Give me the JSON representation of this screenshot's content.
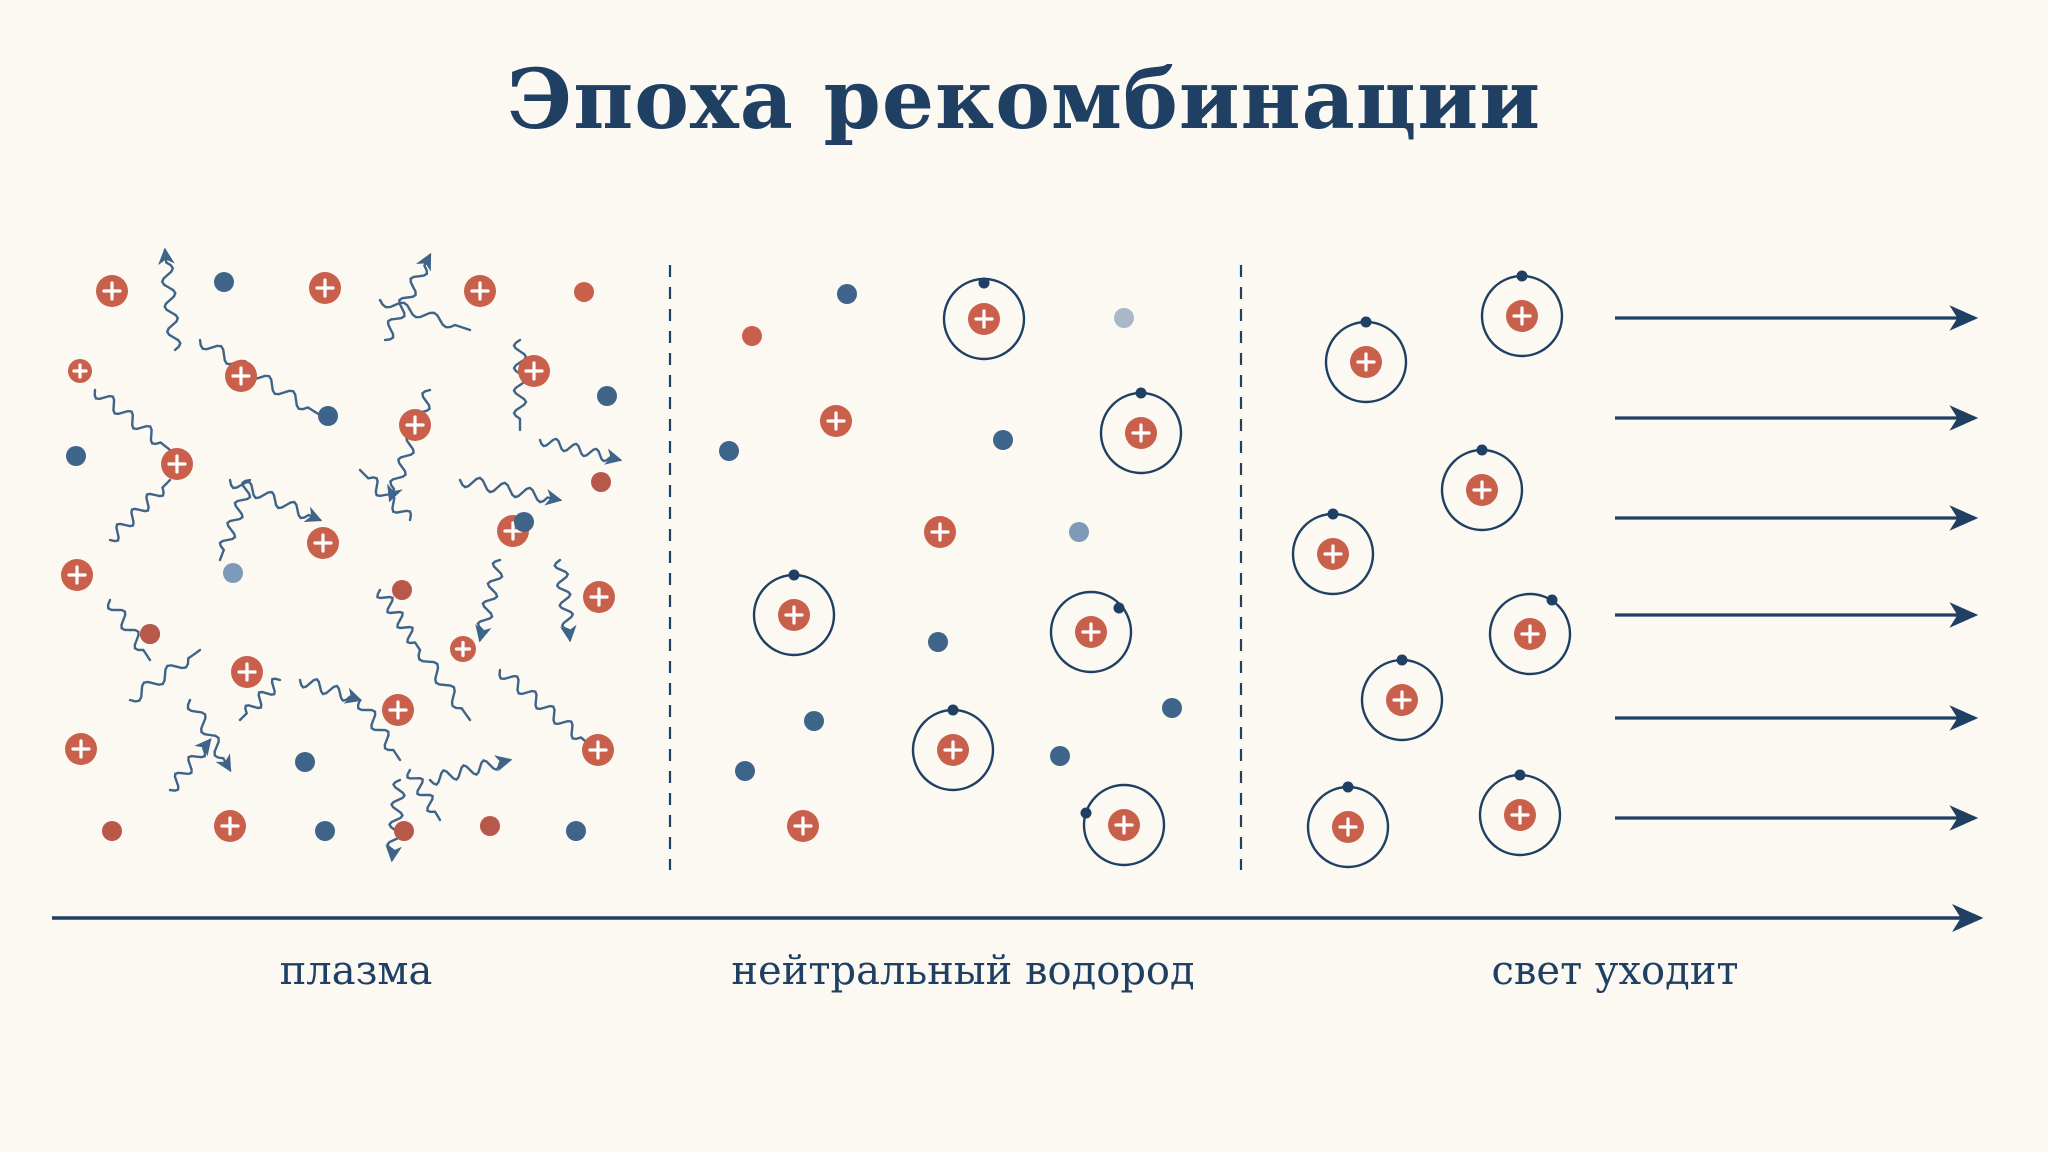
{
  "title": "Эпоха рекомбинации",
  "stages": [
    {
      "label": "плазма"
    },
    {
      "label": "нейтральный водород"
    },
    {
      "label": "свет уходит"
    }
  ],
  "colors": {
    "background": "#fcf9f2",
    "ink": "#1f3f63",
    "proton": "#c9604c",
    "electron": "#3f6489"
  },
  "icons": {
    "proton": "plus-in-circle",
    "electron": "small-dot",
    "photon": "wavy-arrow",
    "atom": "proton-with-orbit",
    "escaping-light": "straight-arrow"
  }
}
